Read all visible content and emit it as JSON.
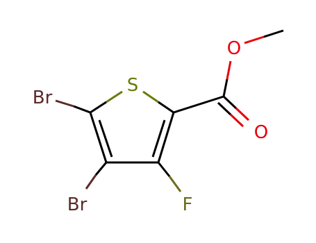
{
  "atoms": {
    "sulfur": "S",
    "bromine_c5": "Br",
    "bromine_c4": "Br",
    "fluorine": "F",
    "oxygen_ester": "O",
    "oxygen_carbonyl": "O"
  },
  "colors": {
    "bond": "#000000",
    "sulfur": "#6b7a0a",
    "bromine": "#5c2a2a",
    "fluorine": "#6b6b1a",
    "oxygen": "#e8000b"
  }
}
